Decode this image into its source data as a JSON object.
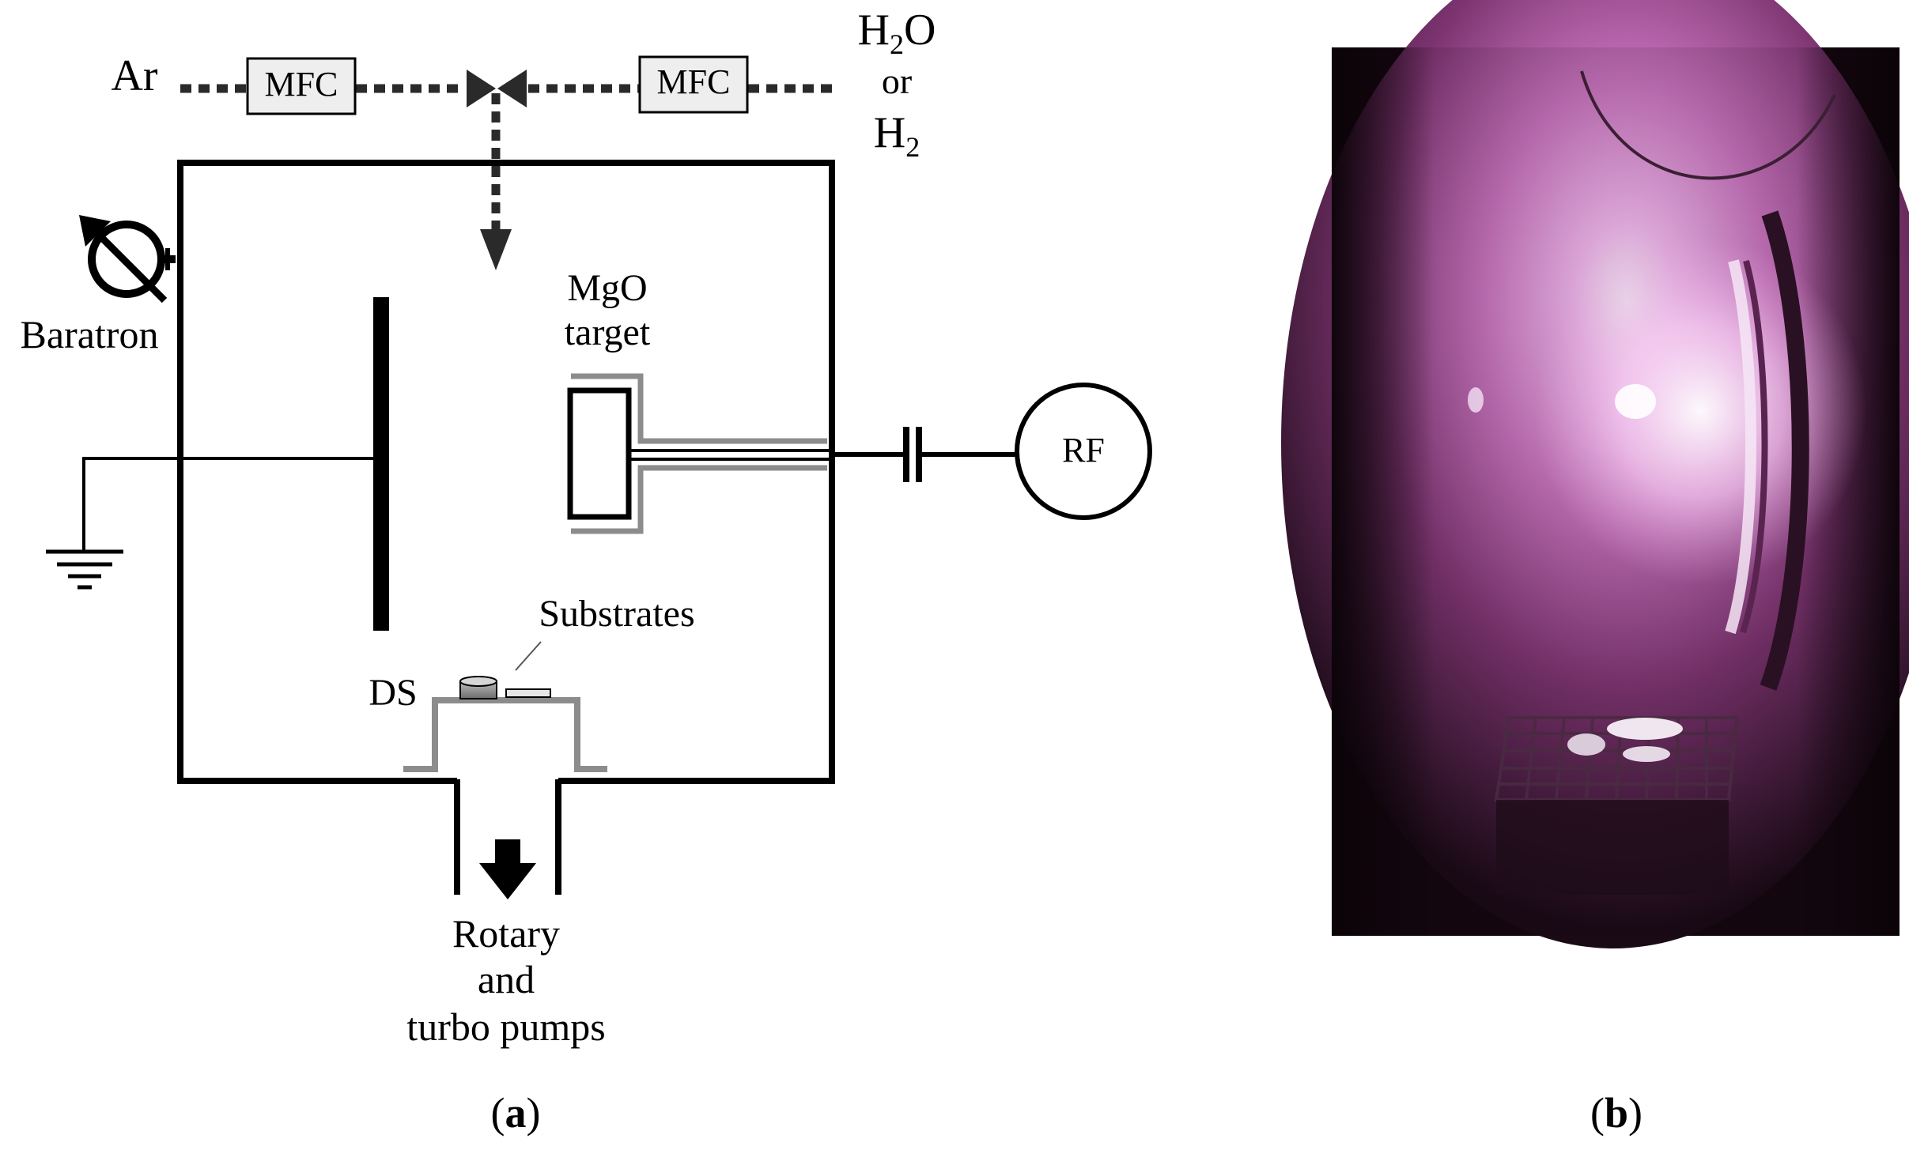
{
  "diagram_a": {
    "gas_left": "Ar",
    "mfc_left": "MFC",
    "mfc_right": "MFC",
    "gas_right_line1_main": "H",
    "gas_right_line1_sub": "2",
    "gas_right_line1_tail": "O",
    "gas_right_line2": "or",
    "gas_right_line3_main": "H",
    "gas_right_line3_sub": "2",
    "gauge_label": "Baratron",
    "target_label_line1": "MgO",
    "target_label_line2": "target",
    "rf_label": "RF",
    "substrates_label": "Substrates",
    "ds_label": "DS",
    "pumps_line1": "Rotary",
    "pumps_line2": "and",
    "pumps_line3": "turbo pumps",
    "caption_open": "(",
    "caption_letter": "a",
    "caption_close": ")"
  },
  "photo_b": {
    "caption_open": "(",
    "caption_letter": "b",
    "caption_close": ")",
    "colors": {
      "plasma_core": "#ffd8ff",
      "plasma_glow": "#d58bd0",
      "plasma_mid": "#8a3f7c",
      "chamber_dark": "#170812"
    }
  },
  "colors": {
    "line": "#000000",
    "dotted_line": "#2a2a2a",
    "shield_gray": "#8c8c8c",
    "mfc_box_fill": "#eeeeee"
  }
}
